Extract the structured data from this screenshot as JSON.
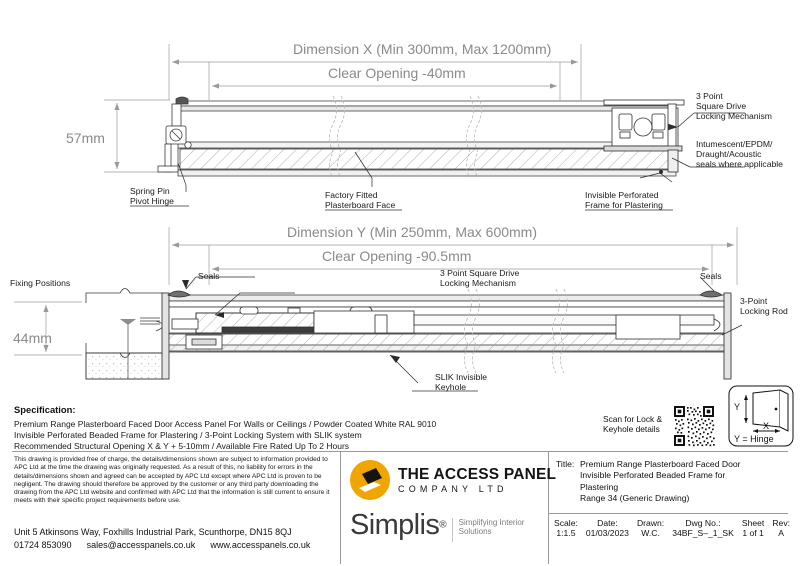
{
  "drawing": {
    "plan_view": {
      "dimension_x_label": "Dimension X (Min 300mm, Max 1200mm)",
      "clear_opening_x_label": "Clear Opening -40mm",
      "height_dim": "57mm",
      "callouts": {
        "lock": "3 Point\nSquare Drive\nLocking Mechanism",
        "lock_l1": "3 Point",
        "lock_l2": "Square Drive",
        "lock_l3": "Locking Mechanism",
        "seals_l1": "Intumescent/EPDM/",
        "seals_l2": "Draught/Acoustic",
        "seals_l3": "seals where applicable",
        "hinge_l1": "Spring Pin",
        "hinge_l2": "Pivot Hinge",
        "board_l1": "Factory Fitted",
        "board_l2": "Plasterboard Face",
        "frame_l1": "Invisible Perforated",
        "frame_l2": "Frame for Plastering"
      }
    },
    "section_view": {
      "dimension_y_label": "Dimension Y (Min 250mm, Max 600mm)",
      "clear_opening_y_label": "Clear Opening -90.5mm",
      "height_dim": "44mm",
      "callouts": {
        "fixing": "Fixing Positions",
        "seals_left": "Seals",
        "seals_right": "Seals",
        "lock_l1": "3 Point Square Drive",
        "lock_l2": "Locking Mechanism",
        "rod_l1": "3-Point",
        "rod_l2": "Locking Rod",
        "keyhole_l1": "SLIK Invisible",
        "keyhole_l2": "Keyhole"
      }
    }
  },
  "specification": {
    "heading": "Specification:",
    "lines": [
      "Premium Range Plasterboard Faced Door Access Panel For Walls or Ceilings / Powder Coated White RAL 9010",
      "Invisible Perforated Beaded Frame for Plastering / 3-Point Locking System with SLIK system",
      "Recommended Structural Opening X & Y + 5-10mm / Available Fire Rated Up To 2 Hours"
    ]
  },
  "disclaimer": "This drawing is provided free of charge, the details/dimensions shown are subject to information provided to APC Ltd at the time the drawing was originally requested. As a result of this, no liability for errors in the details/dimensions shown and agreed can be accepted by APC Ltd except where APC Ltd is proven to be negligent. The drawing should therefore be approved by the customer or any third party downloading the drawing from the APC Ltd website and confirmed with APC Ltd that the information is still current to ensure it meets with their specific project requirements before use.",
  "company": {
    "address": "Unit 5 Atkinsons Way, Foxhills Industrial Park, Scunthorpe, DN15 8QJ",
    "phone": "01724 853090",
    "email": "sales@accesspanels.co.uk",
    "website": "www.accesspanels.co.uk",
    "logo_brand": "THE ACCESS PANEL",
    "logo_sub": "COMPANY LTD",
    "simplis_name": "Simplis",
    "simplis_reg": "®",
    "simplis_tag_l1": "Simplifying Interior",
    "simplis_tag_l2": "Solutions",
    "logo_color": "#f0a500"
  },
  "qr": {
    "caption_l1": "Scan for Lock &",
    "caption_l2": "Keyhole details"
  },
  "orientation": {
    "x_label": "X",
    "y_label": "Y",
    "hinge_note": "Y = Hinge"
  },
  "title_block": {
    "title_label": "Title:",
    "title_l1": "Premium Range Plasterboard Faced Door",
    "title_l2": "Invisible Perforated Beaded Frame for",
    "title_l3": "Plastering",
    "title_l4": "Range 34 (Generic Drawing)",
    "fields": [
      {
        "label": "Scale:",
        "value": "1:1.5"
      },
      {
        "label": "Date:",
        "value": "01/03/2023"
      },
      {
        "label": "Drawn:",
        "value": "W.C."
      },
      {
        "label": "Dwg No.:",
        "value": "34BF_S–_1_SK"
      },
      {
        "label": "Sheet",
        "value": "1 of 1"
      },
      {
        "label": "Rev:",
        "value": "A"
      }
    ]
  }
}
